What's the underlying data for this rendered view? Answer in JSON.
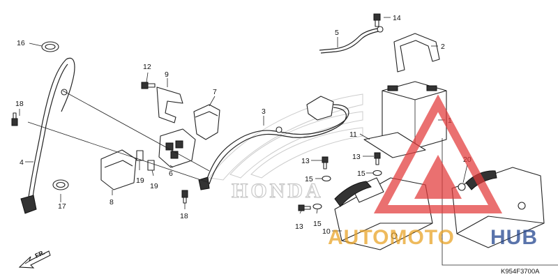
{
  "brand_logo_text": "HONDA",
  "diagram_code": "K954F3700A",
  "front_marker": "FR.",
  "watermark": {
    "prefix": "AUTOMOTO",
    "suffix": "HUB",
    "color_prefix": "#e8a020",
    "color_suffix": "#1c3f8c",
    "triangle_color": "#e23a3a"
  },
  "callouts": {
    "p2": "2",
    "p3": "3",
    "p4": "4",
    "p5": "5",
    "p6": "6",
    "p7": "7",
    "p8": "8",
    "p9": "9",
    "p10": "10",
    "p11": "11",
    "p12": "12",
    "p13a": "13",
    "p13b": "13",
    "p13c": "13",
    "p14": "14",
    "p15a": "15",
    "p15b": "15",
    "p15c": "15",
    "p16": "16",
    "p17": "17",
    "p18a": "18",
    "p18b": "18",
    "p19a": "19",
    "p19b": "19",
    "p20": "20",
    "p1": "1"
  }
}
